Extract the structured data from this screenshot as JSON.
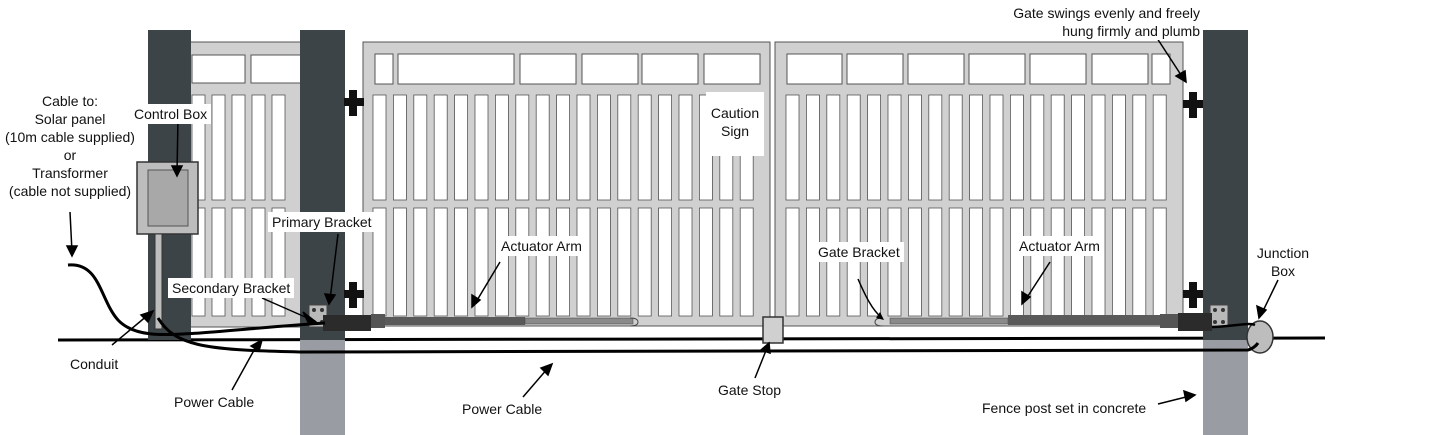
{
  "labels": {
    "cable_to": {
      "line1": "Cable to:",
      "line2": "Solar panel",
      "line3": "(10m cable supplied)",
      "line4": "or",
      "line5": "Transformer",
      "line6": "(cable not supplied)"
    },
    "control_box": "Control Box",
    "primary_bracket": "Primary Bracket",
    "secondary_bracket": "Secondary Bracket",
    "conduit": "Conduit",
    "power_cable_left": "Power Cable",
    "power_cable_mid": "Power Cable",
    "actuator_arm_left": "Actuator Arm",
    "actuator_arm_right": "Actuator Arm",
    "caution_sign": {
      "line1": "Caution",
      "line2": "Sign"
    },
    "gate_bracket": "Gate Bracket",
    "gate_stop": "Gate Stop",
    "gate_swings": {
      "line1": "Gate swings evenly and freely",
      "line2": "hung firmly and plumb"
    },
    "junction_box": {
      "line1": "Junction",
      "line2": "Box"
    },
    "fence_post": "Fence post set in concrete"
  },
  "colors": {
    "post_dark": "#3d4447",
    "post_concrete": "#9a9ca4",
    "gate_frame": "#d0d0d0",
    "gate_outline": "#555555",
    "control_box": "#bdbdbd",
    "arm": "#5a5a5a",
    "bracket": "#b9b9b9",
    "cable": "#000000"
  }
}
